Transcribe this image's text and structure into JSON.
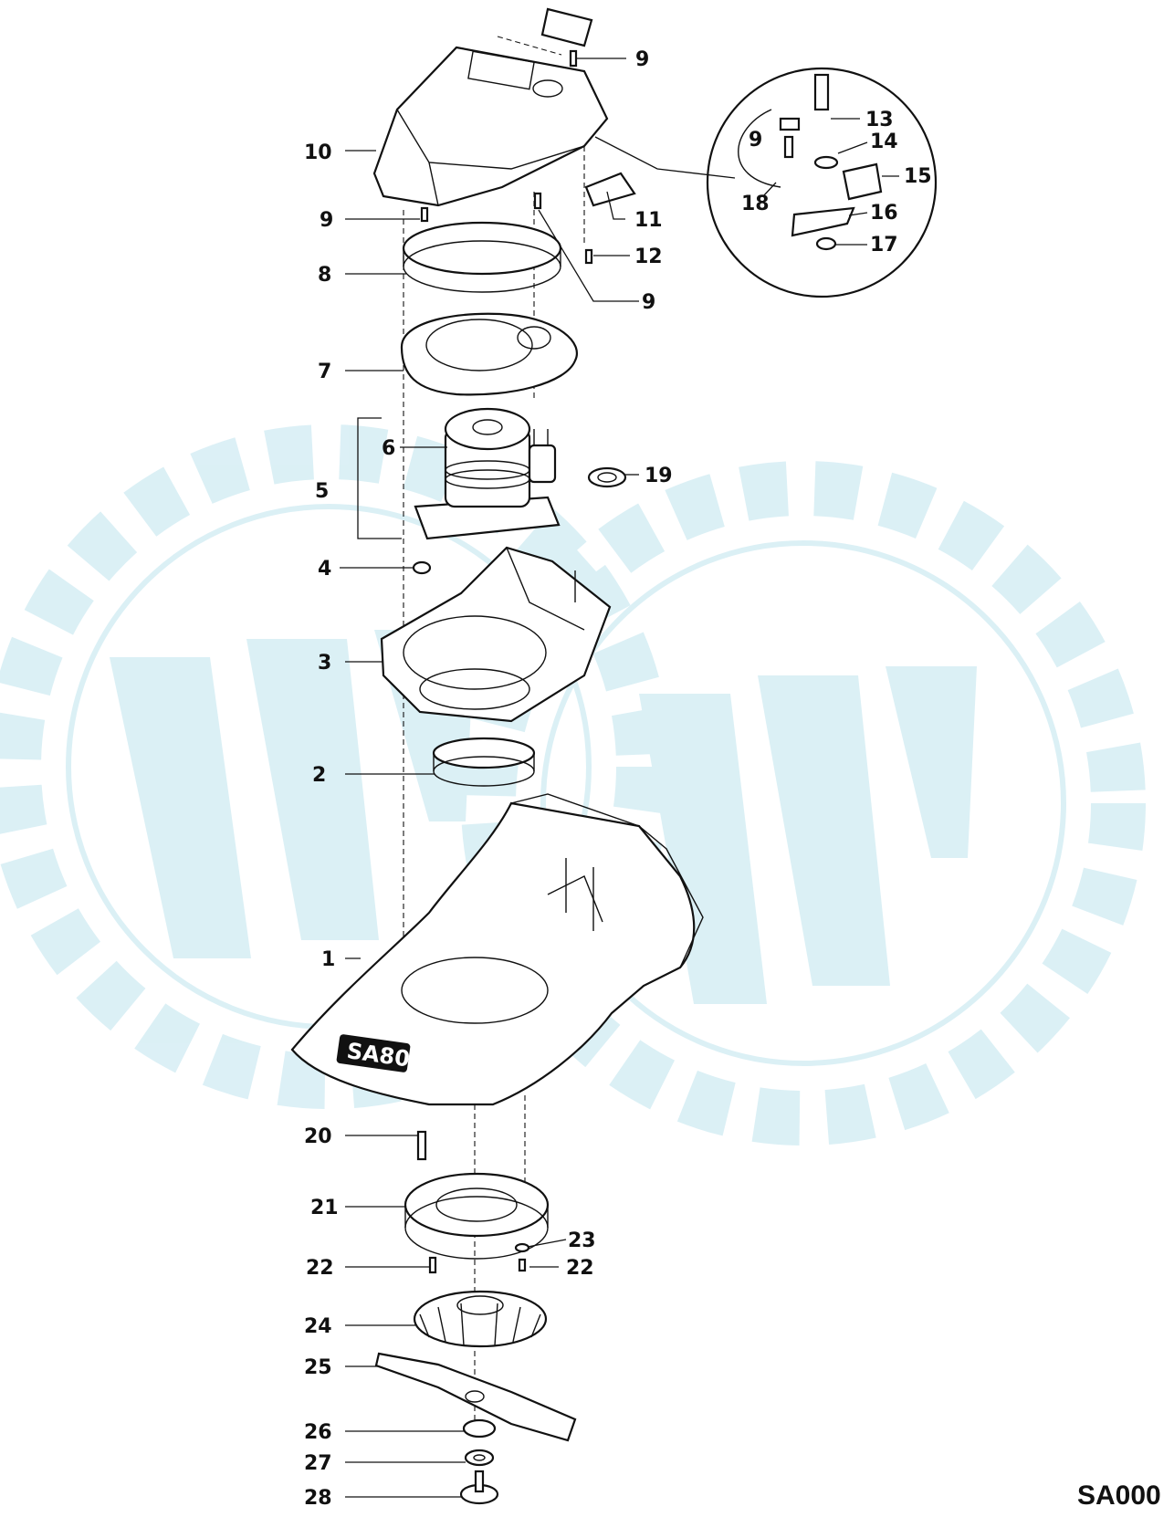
{
  "diagram": {
    "code_label": "SA000",
    "logo_text": "SA80",
    "colors": {
      "line": "#111111",
      "watermark": "#bfe4ee",
      "background": "#ffffff"
    },
    "callouts": {
      "c1": "1",
      "c2": "2",
      "c3": "3",
      "c4": "4",
      "c5": "5",
      "c6": "6",
      "c7": "7",
      "c8": "8",
      "c9a": "9",
      "c9b": "9",
      "c9c": "9",
      "c9d": "9",
      "c10": "10",
      "c11": "11",
      "c12": "12",
      "c13": "13",
      "c14": "14",
      "c15": "15",
      "c16": "16",
      "c17": "17",
      "c18": "18",
      "c19": "19",
      "c20": "20",
      "c21": "21",
      "c22a": "22",
      "c22b": "22",
      "c23": "23",
      "c24": "24",
      "c25": "25",
      "c26": "26",
      "c27": "27",
      "c28": "28"
    }
  }
}
